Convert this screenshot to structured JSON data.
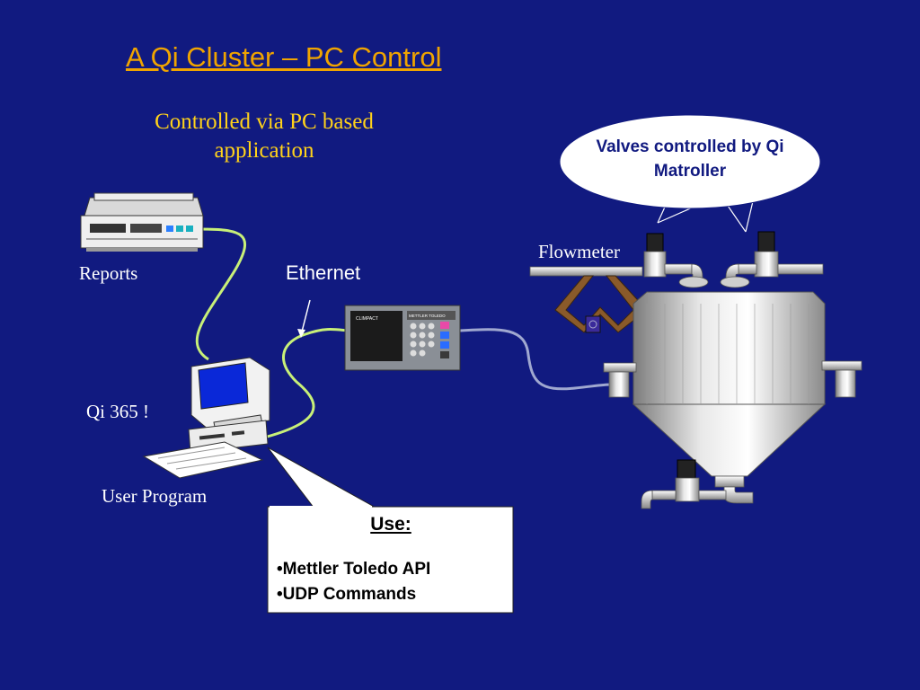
{
  "slide": {
    "title": "A Qi Cluster – PC Control",
    "subtitle": "Controlled via PC based application"
  },
  "labels": {
    "reports": "Reports",
    "ethernet": "Ethernet",
    "qi": "Qi 365 !",
    "user_program": "User Program",
    "flowmeter": "Flowmeter"
  },
  "callout_valves": {
    "text": "Valves controlled by Qi Matroller"
  },
  "callout_use": {
    "title": "Use:",
    "items": [
      "•Mettler Toledo API",
      "•UDP Commands"
    ]
  },
  "terminal": {
    "left_brand": "CLIMPACT",
    "right_brand": "METTLER TOLEDO"
  },
  "colors": {
    "background": "#111a80",
    "title": "#f0a400",
    "subtitle": "#ffd21a",
    "cable": "#c8f078",
    "cable_gray": "#a0a8d0"
  }
}
